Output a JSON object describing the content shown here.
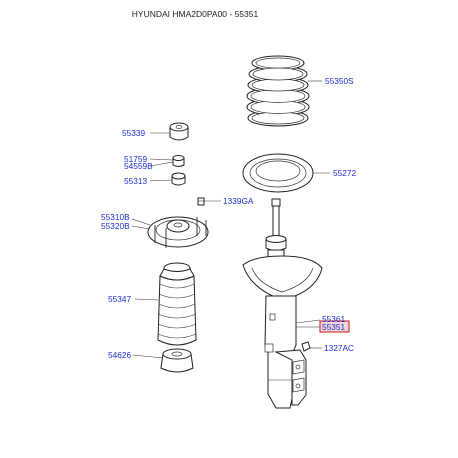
{
  "title": "HYUNDAI HMA2D0PA00 - 55351",
  "colors": {
    "label": "#1d2fd6",
    "highlight_border": "#c01818",
    "highlight_fill": "#f1d7d7",
    "line": "#222222"
  },
  "callouts": {
    "p55350S": "55350S",
    "p55339": "55339",
    "p51759": "51759",
    "p54559B": "54559B",
    "p55313": "55313",
    "p55272": "55272",
    "p1339GA": "1339GA",
    "p55310B": "55310B",
    "p55320B": "55320B",
    "p55347": "55347",
    "p55361": "55361",
    "p55351": "55351",
    "p1327AC": "1327AC",
    "p54626": "54626"
  }
}
